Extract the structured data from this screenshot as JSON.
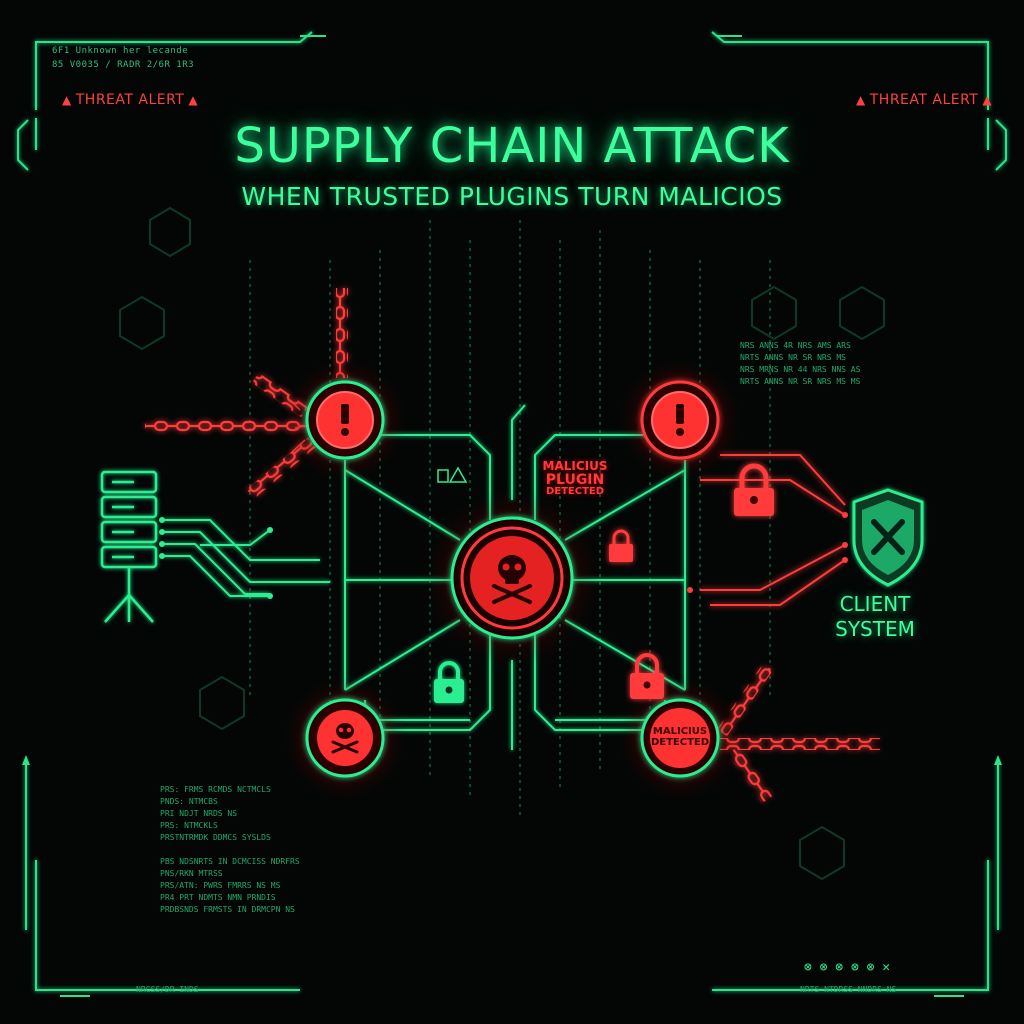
{
  "header": {
    "top_left_line1": "6F1 Unknown her lecande",
    "top_left_line2": "85 V0035 / RADR 2/6R 1R3",
    "alert_left": "THREAT ALERT",
    "alert_right": "THREAT ALERT"
  },
  "title": "SUPPLY CHAIN ATTACK",
  "subtitle": "WHEN TRUSTED PLUGINS TURN MALICIOS",
  "labels": {
    "malicious_plugin": [
      "MALICIUS",
      "PLUGIN",
      "DETECTED"
    ],
    "malicious_detected": [
      "MALICIUS",
      "DETECTED"
    ],
    "client_system": [
      "CLIENT",
      "SYSTEM"
    ]
  },
  "logs": {
    "bottom_left": [
      "PRS: FRMS  RCMDS NCTMCLS",
      "PNDS:  NTMCBS",
      "PRI  NDJT NRDS NS",
      "PRS: NTMCKLS",
      "PRSTNTRMDK DDMCS SYSLDS",
      "",
      "PBS  NDSNRTS  IN DCMCISS NDRFRS",
      "PNS/RKN MTRSS",
      "PRS/ATN: PWRS  FMRRS NS MS",
      "PR4 PRT NDMTS NMN PRNDIS",
      "PRDBSNDS FRMSTS IN DRMCPN NS"
    ],
    "bottom_left_footer": "NRCSS/DR INDS",
    "bottom_right_footer": "NRTS  NTDRSS NNDRS NS",
    "right_upper": [
      "NRS ANNS 4R NRS AMS   ARS",
      "NRTS ANNS NR SR NRS MS",
      "NRS MRNS NR 44 NRS NNS   AS",
      "NRTS ANNS NR SR NRS MS  MS"
    ],
    "bottom_right_icons": "⊗ ⊗ ⊗ ⊗ ⊗ ✕"
  },
  "colors": {
    "neon_green": "#3dff9c",
    "threat_red": "#ff3b3b",
    "background": "#030605"
  },
  "icons": {
    "center_node": "skull-crossbones-icon",
    "warning_nodes": "exclamation-icon",
    "padlocks": "padlock-icon",
    "server": "server-rack-icon",
    "shield": "shield-x-icon"
  }
}
